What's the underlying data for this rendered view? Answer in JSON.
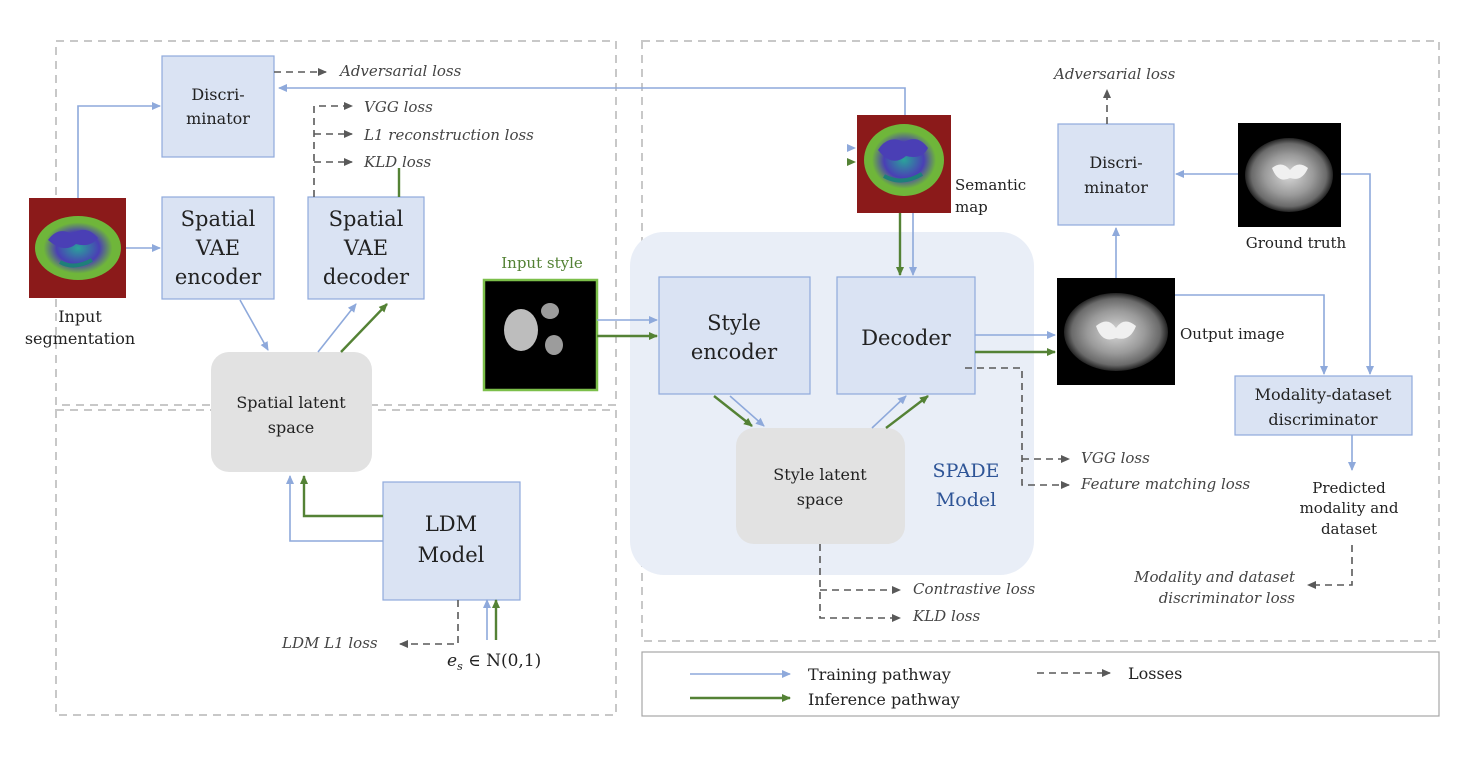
{
  "nodes": {
    "discriminator_left": [
      "Discri-",
      "minator"
    ],
    "spatial_vae_encoder": [
      "Spatial",
      "VAE",
      "encoder"
    ],
    "spatial_vae_decoder": [
      "Spatial",
      "VAE",
      "decoder"
    ],
    "spatial_latent_space": [
      "Spatial latent",
      "space"
    ],
    "ldm_model": [
      "LDM",
      "Model"
    ],
    "style_encoder": [
      "Style",
      "encoder"
    ],
    "decoder": "Decoder",
    "style_latent_space": [
      "Style latent",
      "space"
    ],
    "spade_model": [
      "SPADE",
      "Model"
    ],
    "discriminator_right": [
      "Discri-",
      "minator"
    ],
    "modality_dataset_discriminator": [
      "Modality-dataset",
      "discriminator"
    ]
  },
  "labels": {
    "input_segmentation": [
      "Input",
      "segmentation"
    ],
    "input_style": "Input style",
    "semantic_map": [
      "Semantic",
      "map"
    ],
    "ground_truth": "Ground truth",
    "output_image": "Output image",
    "predicted": [
      "Predicted",
      "modality and",
      "dataset"
    ],
    "noise": "e_s ∈ N(0,1)",
    "noise_main": "e",
    "noise_sub": "s",
    "noise_rest": " ∈ N(0,1)"
  },
  "losses": {
    "adversarial_left": "Adversarial loss",
    "vgg_left": "VGG loss",
    "l1_reconstruction": "L1 reconstruction loss",
    "kld_left": "KLD loss",
    "adversarial_right": "Adversarial loss",
    "vgg_right": "VGG loss",
    "feature_matching": "Feature matching loss",
    "contrastive": "Contrastive loss",
    "kld_bottom": "KLD loss",
    "ldm_l1": "LDM L1 loss",
    "modality_dataset_disc": [
      "Modality and dataset",
      "discriminator loss"
    ]
  },
  "legend": {
    "training": "Training pathway",
    "inference": "Inference pathway",
    "losses": "Losses"
  },
  "colors": {
    "training": "#8ea9db",
    "inference": "#548235",
    "loss_arrow": "#595959",
    "box_fill": "#dae3f3",
    "box_stroke": "#8faadc",
    "latent_fill": "#e2e2e2",
    "spade_bg": "#e9eef7",
    "spade_text": "#2f5597",
    "input_style_text": "#548235",
    "seg_red": "#8b1a1a"
  }
}
